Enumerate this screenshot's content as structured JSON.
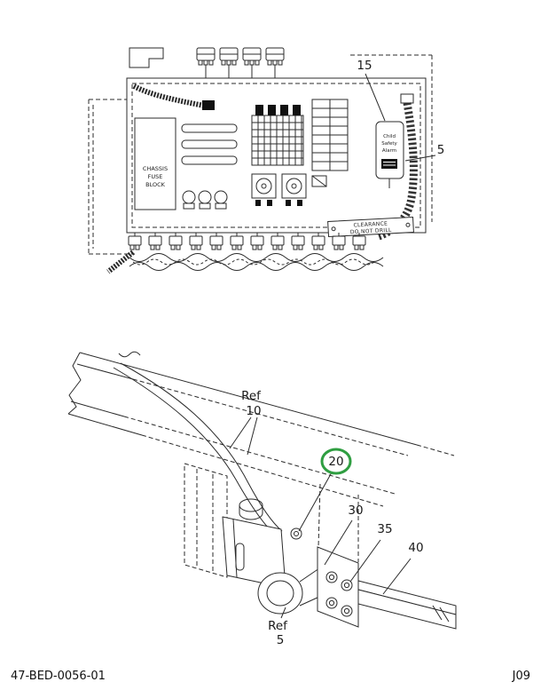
{
  "footer": {
    "doc_number": "47-BED-0056-01",
    "page_code": "J09"
  },
  "top_diagram": {
    "callout_15": "15",
    "callout_5": "5",
    "fuse_block_label": {
      "line1": "CHASSIS",
      "line2": "FUSE",
      "line3": "BLOCK"
    },
    "alarm_label": {
      "line1": "Child",
      "line2": "Safety",
      "line3": "Alarm"
    },
    "clearance_plate": {
      "line1": "CLEARANCE",
      "line2": "DO NOT DRILL"
    }
  },
  "bottom_diagram": {
    "ref_upper": {
      "label": "Ref",
      "number": "10"
    },
    "callout_20": "20",
    "callout_30": "30",
    "callout_35": "35",
    "callout_40": "40",
    "ref_lower": {
      "label": "Ref",
      "number": "5"
    },
    "highlight_color": "#2f9e41"
  }
}
